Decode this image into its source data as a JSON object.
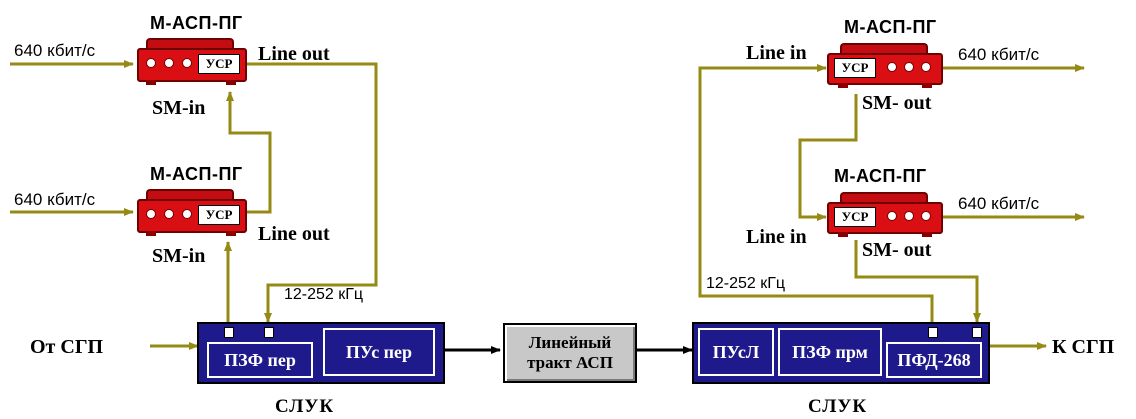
{
  "devices": {
    "left_top": {
      "title": "М-АСП-ПГ",
      "port": "УСР",
      "input_rate": "640 кбит/с",
      "line_label": "Line out",
      "sm_label": "SM-in"
    },
    "left_bottom": {
      "title": "М-АСП-ПГ",
      "port": "УСР",
      "input_rate": "640 кбит/с",
      "line_label": "Line out",
      "sm_label": "SM-in"
    },
    "right_top": {
      "title": "М-АСП-ПГ",
      "port": "УСР",
      "output_rate": "640 кбит/с",
      "line_label": "Line in",
      "sm_label": "SM- out"
    },
    "right_bottom": {
      "title": "М-АСП-ПГ",
      "port": "УСР",
      "output_rate": "640 кбит/с",
      "line_label": "Line in",
      "sm_label": "SM- out"
    }
  },
  "left_sluk": {
    "cells": [
      "ПЗФ пер",
      "ПУс пер"
    ],
    "caption": "СЛУК",
    "band": "12-252 кГц",
    "input": "От СГП"
  },
  "middle": {
    "line1": "Линейный",
    "line2": "тракт АСП"
  },
  "right_sluk": {
    "cells": [
      "ПУсЛ",
      "ПЗФ прм",
      "ПФД-268"
    ],
    "caption": "СЛУК",
    "band": "12-252 кГц",
    "output": "К  СГП"
  },
  "colors": {
    "wire": "#948a14",
    "device": "#d90f14",
    "block": "#1e1a8c",
    "tract": "#c8c8c8"
  }
}
